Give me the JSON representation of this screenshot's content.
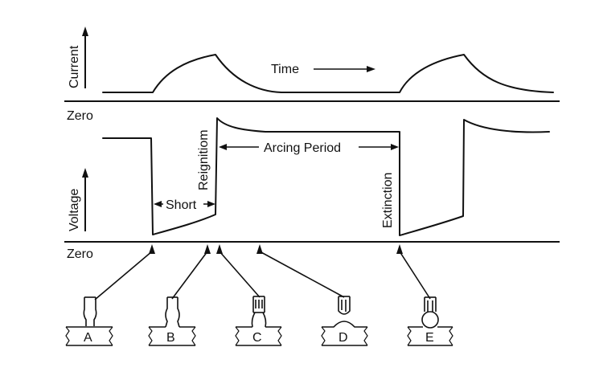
{
  "labels": {
    "current": "Current",
    "voltage": "Voltage",
    "time": "Time",
    "zero_top": "Zero",
    "zero_bottom": "Zero",
    "short": "Short",
    "reignition": "Reignitiom",
    "arcing_period": "Arcing Period",
    "extinction": "Extinction"
  },
  "stages": [
    "A",
    "B",
    "C",
    "D",
    "E"
  ]
}
